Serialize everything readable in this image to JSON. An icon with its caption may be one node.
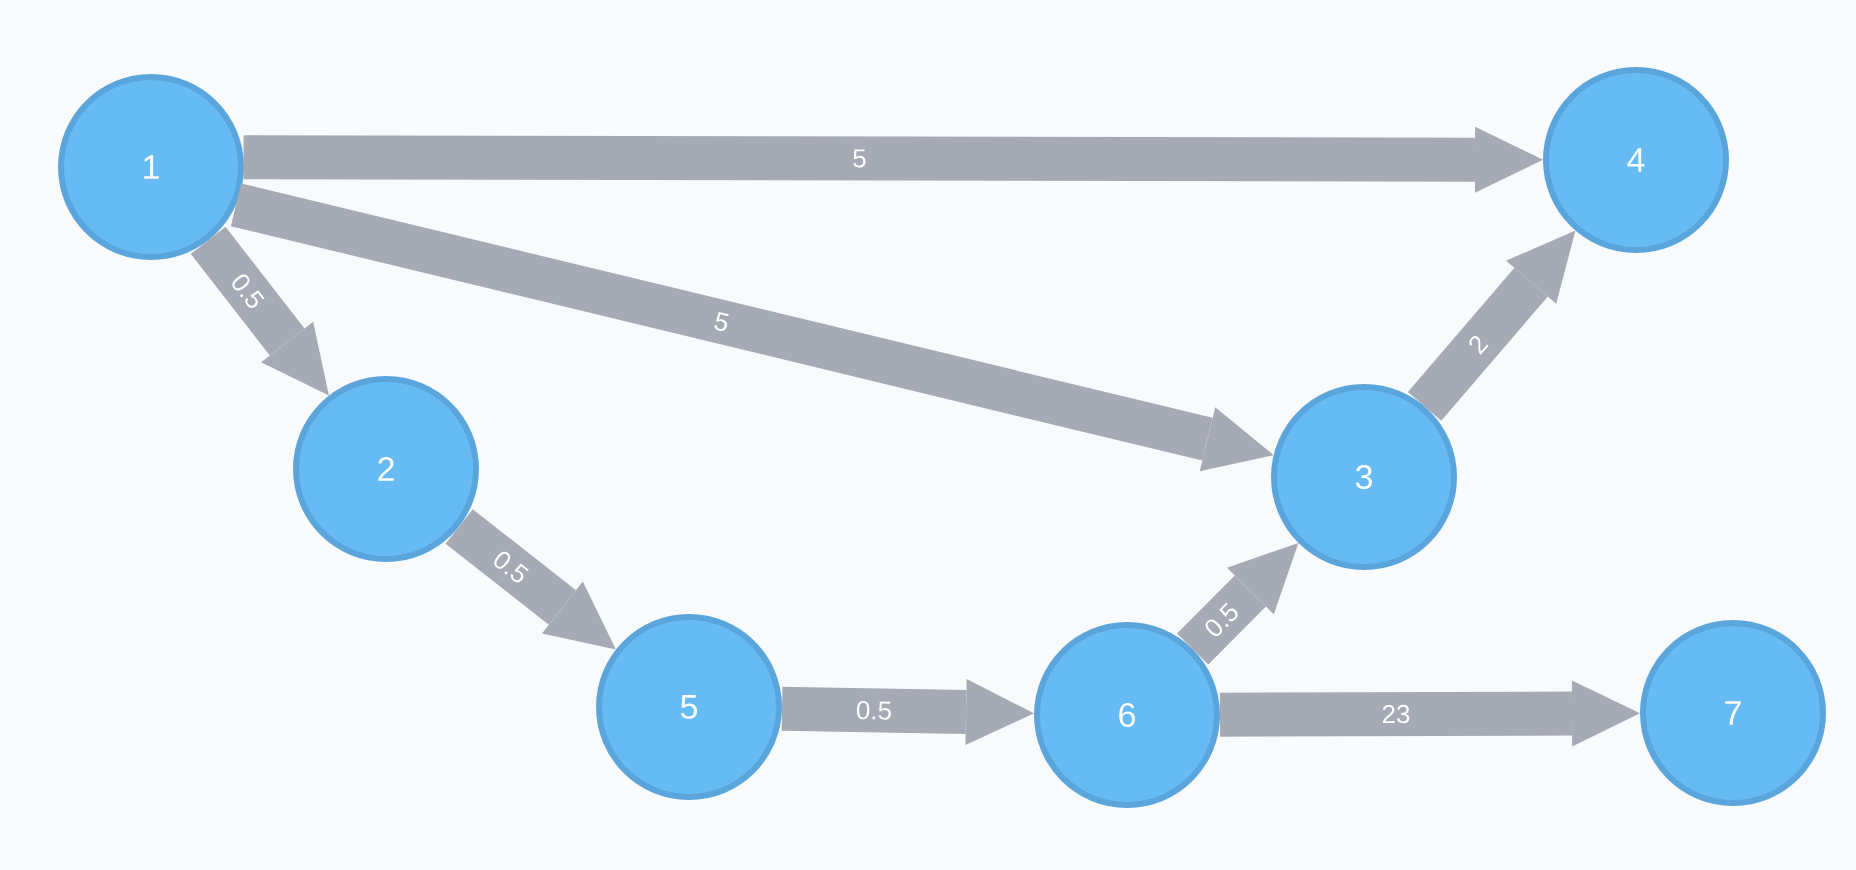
{
  "diagram": {
    "nodes": [
      {
        "text": [
          "1"
        ]
      },
      {
        "text": [
          "2"
        ]
      },
      {
        "text": [
          "3"
        ]
      },
      {
        "text": [
          "4"
        ]
      },
      {
        "text": [
          "5"
        ]
      },
      {
        "text": [
          "6"
        ]
      },
      {
        "text": [
          "7"
        ]
      }
    ],
    "edges": [
      {
        "from": 0,
        "to": 3,
        "arrow": "to",
        "label": "5"
      },
      {
        "from": 0,
        "to": 2,
        "arrow": "to",
        "label": "5"
      },
      {
        "from": 0,
        "to": 1,
        "arrow": "to",
        "label": "0.5"
      },
      {
        "from": 1,
        "to": 4,
        "arrow": "to",
        "label": "0.5"
      },
      {
        "from": 4,
        "to": 5,
        "arrow": "to",
        "label": "0.5"
      },
      {
        "from": 5,
        "to": 2,
        "arrow": "to",
        "label": "0.5"
      },
      {
        "from": 2,
        "to": 3,
        "arrow": "to",
        "label": "2"
      },
      {
        "from": 5,
        "to": 6,
        "arrow": "to",
        "label": "23"
      }
    ]
  }
}
